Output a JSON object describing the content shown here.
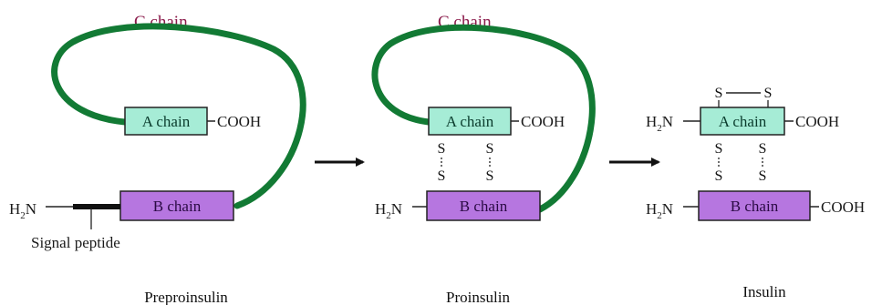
{
  "colors": {
    "c_chain": "#127a34",
    "a_chain_fill": "#a6ecd6",
    "b_chain_fill": "#b676e0",
    "box_stroke": "#222222",
    "c_chain_label": "#8a1a4a"
  },
  "stages": {
    "preproinsulin": {
      "c_chain_label": "C chain",
      "a_chain_label": "A chain",
      "a_terminal": "COOH",
      "b_chain_label": "B chain",
      "n_terminal": "H",
      "n_subscript": "2",
      "n_suffix": "N",
      "signal_label": "Signal peptide",
      "caption": "Preproinsulin"
    },
    "proinsulin": {
      "c_chain_label": "C chain",
      "a_chain_label": "A chain",
      "a_terminal": "COOH",
      "b_chain_label": "B chain",
      "n_terminal": "H",
      "n_subscript": "2",
      "n_suffix": "N",
      "sulfur": "S",
      "caption": "Proinsulin"
    },
    "insulin": {
      "a_chain_label": "A chain",
      "a_terminal": "COOH",
      "a_n_terminal": "H",
      "a_n_subscript": "2",
      "a_n_suffix": "N",
      "b_chain_label": "B chain",
      "b_terminal": "COOH",
      "b_n_terminal": "H",
      "b_n_subscript": "2",
      "b_n_suffix": "N",
      "sulfur": "S",
      "caption": "Insulin"
    }
  }
}
